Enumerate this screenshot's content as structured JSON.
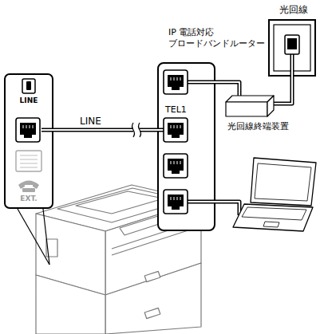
{
  "diagram": {
    "nodes": [
      {
        "text": [
          "LINE",
          "EXT."
        ]
      },
      {
        "text": [
          "IP 電話対応 ブロードバンドルーター",
          "TEL1"
        ]
      },
      {
        "text": [
          "光回線終端装置"
        ]
      },
      {
        "text": [
          "光回線"
        ]
      }
    ],
    "edges": [
      {
        "from": 0,
        "to": 1,
        "arrow": "none",
        "label": "LINE"
      },
      {
        "from": 1,
        "to": 2,
        "arrow": "none"
      },
      {
        "from": 2,
        "to": 3,
        "arrow": "none"
      }
    ]
  }
}
